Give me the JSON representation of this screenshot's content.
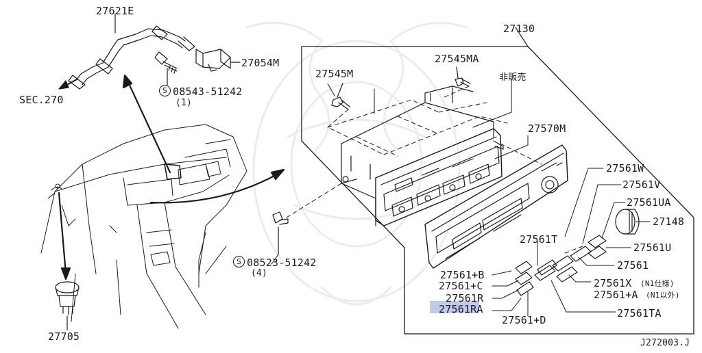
{
  "diagram": {
    "labels": {
      "p27621E": "27621E",
      "p27054M": "27054M",
      "p08543": "08543-51242",
      "p08543_qty": "(1)",
      "sec270": "SEC.270",
      "p27705": "27705",
      "p27130": "27130",
      "p27545MA": "27545MA",
      "p27545M": "27545M",
      "hihanbai": "非販売",
      "p27570M": "27570M",
      "p27561W": "27561W",
      "p27561V": "27561V",
      "p27561UA": "27561UA",
      "p27148": "27148",
      "p27561U": "27561U",
      "p27561T": "27561T",
      "p27561": "27561",
      "p27561X": "27561X",
      "p27561X_note": "(N1仕様)",
      "p27561A": "27561+A",
      "p27561A_note": "(N1以外)",
      "p27561TA": "27561TA",
      "p27561B": "27561+B",
      "p27561C": "27561+C",
      "p27561R": "27561R",
      "p27561RA": "27561RA",
      "p27561D": "27561+D",
      "p08523": "08523-51242",
      "p08523_qty": "(4)",
      "code": "J272003.J"
    },
    "screw_symbol": "S",
    "highlight_color": "#b9c4e8"
  }
}
